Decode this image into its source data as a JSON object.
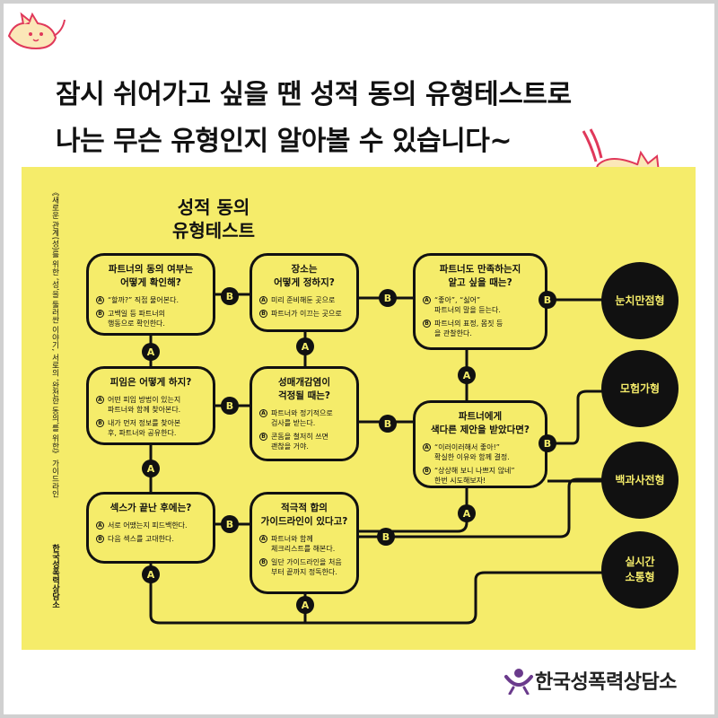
{
  "headline": {
    "line1": "잠시 쉬어가고 싶을 땐 성적 동의 유형테스트로",
    "line2": "나는 무슨 유형인지 알아볼 수 있습니다~"
  },
  "poster": {
    "title": "성적 동의\n유형테스트",
    "side_caption": "《새로운 관계(성)를 위한 ‘성’을 둘러싼 이야기, 서로의 ‘완전한 동의’를 위한》 가이드라인",
    "side_org": "한국성폭력상담소",
    "questions": {
      "q1": {
        "title": "파트너의 동의 여부는\n어떻게 확인해?",
        "a": "“할까?” 직접 물어본다.",
        "b": "고백일 등 파트너의\n행동으로 확인한다."
      },
      "q2": {
        "title": "장소는\n어떻게 정하지?",
        "a": "미리 준비해둔 곳으로",
        "b": "파트너가 이끄는 곳으로"
      },
      "q3": {
        "title": "파트너도 만족하는지\n알고 싶을 때는?",
        "a": "“좋아”, “싫어”\n파트너의 말을 듣는다.",
        "b": "파트너의 표정, 몸짓 등\n을 관찰한다."
      },
      "q4": {
        "title": "피임은 어떻게 하지?",
        "a": "어떤 피임 방법이 있는지\n파트너와 함께 찾아본다.",
        "b": "내가 먼저 정보를 찾아본\n후, 파트너와 공유한다."
      },
      "q5": {
        "title": "성매개감염이\n걱정될 때는?",
        "a": "파트너와 정기적으로\n검사를 받는다.",
        "b": "콘돔을 철저히 쓰면\n괜찮을 거야."
      },
      "q6": {
        "title": "파트너에게\n색다른 제안을 받았다면?",
        "a": "“이러이러해서 좋아!”\n확실한 이유와 함께 결정.",
        "b": "“상상해 보니 나쁘지 않네”\n한번 시도해보자!"
      },
      "q7": {
        "title": "섹스가 끝난 후에는?",
        "a": "서로 어땠는지 피드백한다.",
        "b": "다음 섹스를 고대한다."
      },
      "q8": {
        "title": "적극적 합의\n가이드라인이 있다고?",
        "a": "파트너와 함께\n체크리스트를 해본다.",
        "b": "일단 가이드라인을 처음\n부터 끝까지 정독한다."
      }
    },
    "option_a_mark": "A",
    "option_b_mark": "B",
    "results": {
      "r1": "눈치만점형",
      "r2": "모험가형",
      "r3": "백과사전형",
      "r4": "실시간\n소통형"
    }
  },
  "brand": {
    "name": "한국성폭력상담소",
    "logo_color": "#6a3a8c"
  },
  "colors": {
    "poster_bg": "#f5ec6a",
    "ink": "#111111",
    "cat_fill": "#fbe7b8",
    "cat_stroke": "#e0385a"
  }
}
